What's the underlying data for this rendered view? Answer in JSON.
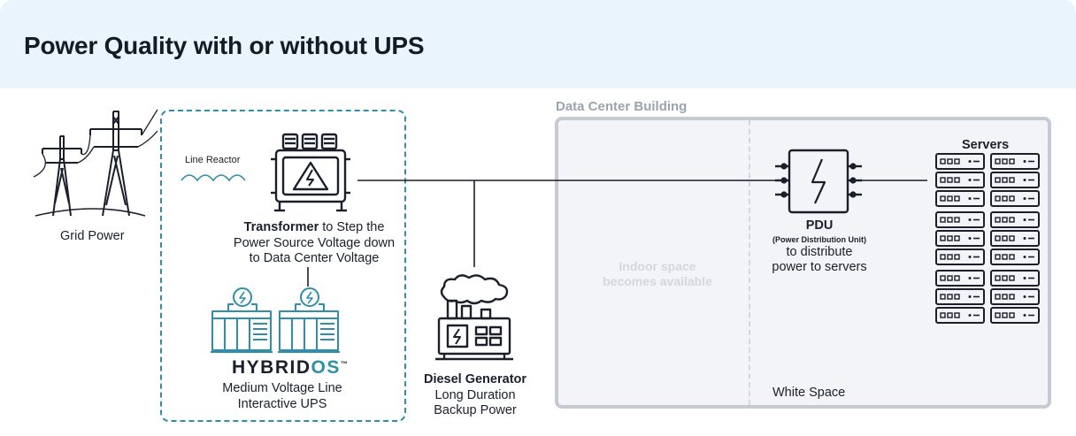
{
  "header": {
    "title": "Power Quality with or without UPS"
  },
  "grid": {
    "label": "Grid Power"
  },
  "ups_section": {
    "line_reactor": "Line Reactor",
    "transformer_bold": "Transformer",
    "transformer_rest_1": " to Step the",
    "transformer_line_2": "Power Source Voltage down",
    "transformer_line_3": "to Data Center Voltage",
    "brand": "HYBRIDOS",
    "brand_prefix": "HYBRID",
    "brand_suffix": "OS",
    "brand_tm": "™",
    "ups_line_1": "Medium Voltage Line",
    "ups_line_2": "Interactive UPS"
  },
  "generator": {
    "title": "Diesel Generator",
    "line_1": "Long Duration",
    "line_2": "Backup Power"
  },
  "data_center": {
    "label": "Data Center Building",
    "indoor_1": "Indoor space",
    "indoor_2": "becomes available",
    "white_space": "White Space"
  },
  "pdu": {
    "title": "PDU",
    "subtitle": "(Power Distribution Unit)",
    "line_1": "to distribute",
    "line_2": "power to servers"
  },
  "servers": {
    "title": "Servers"
  },
  "colors": {
    "ups_accent": "#2f8fa8",
    "dark": "#1a1f2b",
    "header_bg": "#eaf4fc",
    "building_border": "#c5cbd3"
  }
}
